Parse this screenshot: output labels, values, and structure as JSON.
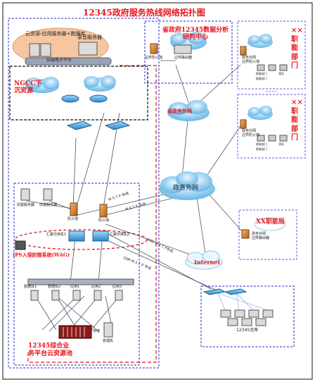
{
  "title": "12345政府服务热线网络拓扑图",
  "cloud_platform": {
    "app_server": "云资源-应用服务器+数据库",
    "recorder": "录音服务器",
    "backend": "后端电子平台"
  },
  "ngcc": "NGCC下沉资源",
  "province_center": "省政府12345数据分析研判中心",
  "province_edge": [
    "边界防火墙",
    "边界路由器"
  ],
  "province_net": "省政务外网",
  "gov_net": "政务外网",
  "dept_edge": [
    "政务外网",
    "边界防火墙"
  ],
  "dept_terms": [
    "职能部门",
    "职能部门",
    "领导"
  ],
  "dept_label_1": "××职能部门",
  "dept_label_2": "××职能部门",
  "dots": "……",
  "bureau": "XX职能局",
  "bureau_edge": [
    "政务外网",
    "边界路由器"
  ],
  "mstp_1": "M S T P 专线",
  "mstp_2": "M S T P 专线",
  "mstp_3": "50M M S T P专线",
  "mstp_4": "20M M S T P 专线",
  "internet": "Internet",
  "dc_servers": [
    "前置服务器",
    "前置服务器"
  ],
  "firewalls": [
    "防火墙",
    "防火墙"
  ],
  "switches": [
    "汇聚交换机1",
    "汇聚交换机2"
  ],
  "waf": "IPS入侵防御系统(WAG)",
  "racks": [
    "数据库1",
    "数据库2",
    "应用1",
    "应用2",
    "应用3"
  ],
  "storage": "存储",
  "mgmt": "管理机",
  "platform": "12345综合业务平台云资源池",
  "seats": "12345坐席",
  "colors": {
    "accent": "#e8141b",
    "frame": "#1e2bd0",
    "cloud": "#6db8e8",
    "dept_border": "#5a5ae6"
  }
}
